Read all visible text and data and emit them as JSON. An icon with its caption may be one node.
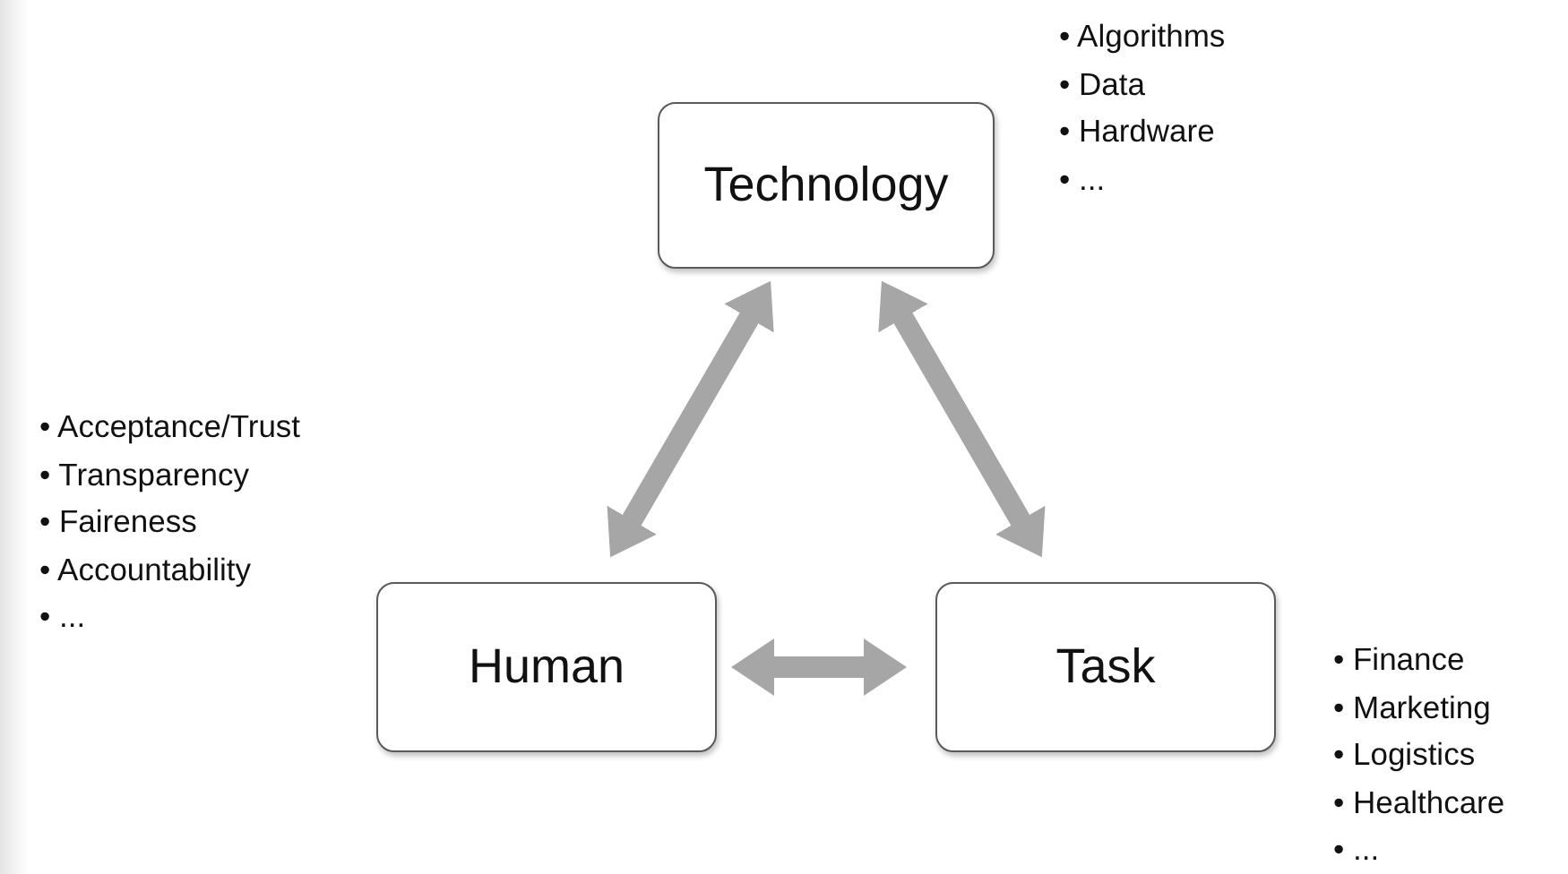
{
  "diagram": {
    "nodes": [
      {
        "text": [
          "Technology"
        ],
        "beside": [
          "• Algorithms",
          "• Data",
          "• Hardware",
          "• ..."
        ]
      },
      {
        "text": [
          "Human"
        ],
        "beside": [
          "• Acceptance/Trust",
          "• Transparency",
          "• Faireness",
          "• Accountability",
          "• ..."
        ]
      },
      {
        "text": [
          "Task"
        ],
        "beside": [
          "• Finance",
          "• Marketing",
          "• Logistics",
          "• Healthcare",
          "• ..."
        ]
      }
    ],
    "edges": [
      {
        "from": 0,
        "to": 1,
        "arrow": "both"
      },
      {
        "from": 0,
        "to": 2,
        "arrow": "both"
      },
      {
        "from": 1,
        "to": 2,
        "arrow": "both"
      }
    ]
  }
}
